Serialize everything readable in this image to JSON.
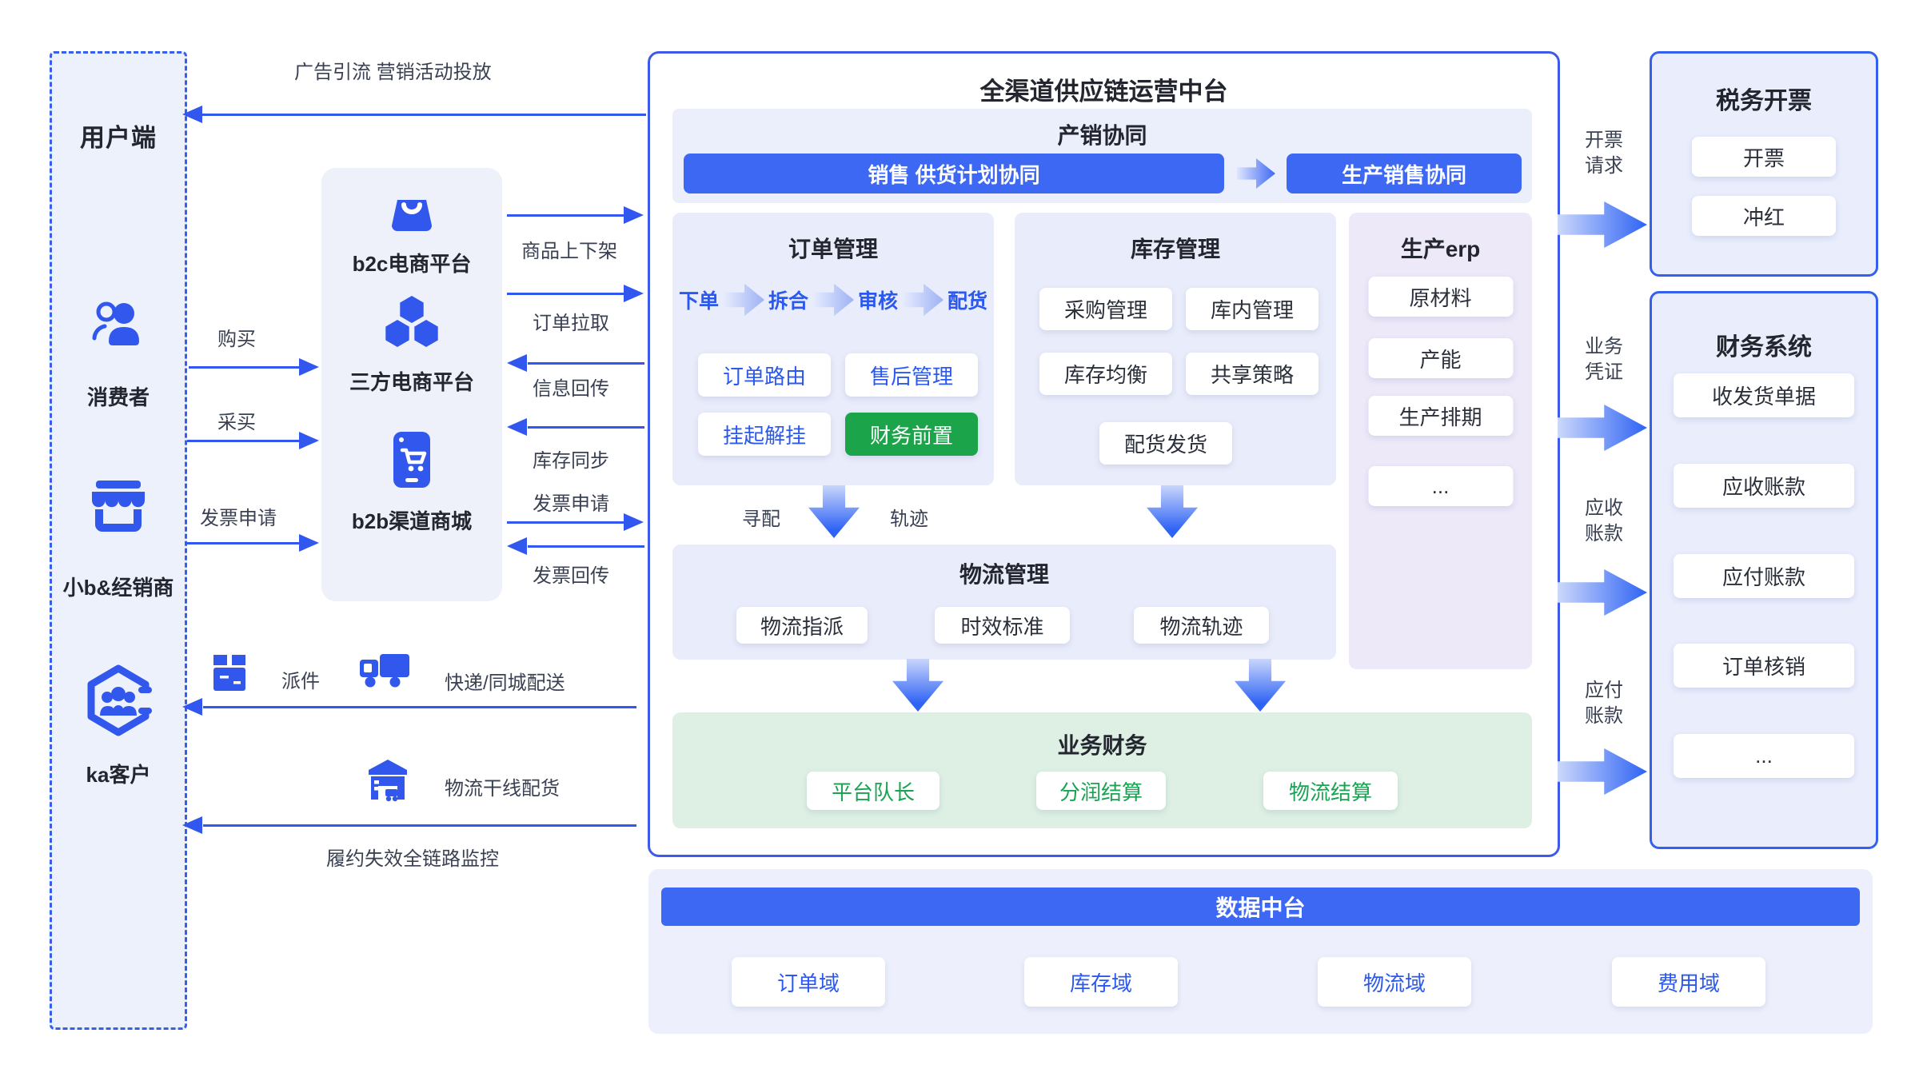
{
  "colors": {
    "accent": "#3157EE",
    "accent_fill": "#3D68F4",
    "green_text": "#1BA353",
    "green_fill": "#1CA44B",
    "panel_bg": "#EDF1FC",
    "section_bg": "#E9ECFA",
    "erp_bg": "#EDE9F9",
    "finance_bg": "#DDF0E3",
    "dark_text": "#23262E",
    "blue_text": "#2B59F0"
  },
  "user_panel": {
    "title": "用户端",
    "items": [
      {
        "icon": "consumers-icon",
        "label": "消费者"
      },
      {
        "icon": "storefront-icon",
        "label": "小b&经销商"
      },
      {
        "icon": "ka-customer-icon",
        "label": "ka客户"
      }
    ]
  },
  "shop_panel": {
    "items": [
      {
        "icon": "shopping-bag-icon",
        "label": "b2c电商平台"
      },
      {
        "icon": "hexagons-icon",
        "label": "三方电商平台"
      },
      {
        "icon": "mobile-mall-icon",
        "label": "b2b渠道商城"
      }
    ]
  },
  "flows": {
    "ad": "广告引流 营销活动投放",
    "buy": "购买",
    "procure": "采买",
    "invoice_request": "发票申请",
    "shop_platform": [
      "商品上下架",
      "订单拉取",
      "信息回传",
      "库存同步",
      "发票申请",
      "发票回传"
    ],
    "parcel": "派件",
    "courier": "快递/同城配送",
    "trunk": "物流干线配货",
    "monitor": "履约失效全链路监控",
    "match": "寻配",
    "track": "轨迹",
    "invoice_req_right": "开票请求",
    "voucher": "业务凭证",
    "receivable": "应收账款",
    "payable": "应付账款"
  },
  "platform": {
    "title": "全渠道供应链运营中台",
    "pss": {
      "title": "产销协同",
      "pill1": "销售 供货计划协同",
      "pill2": "生产销售协同"
    },
    "order": {
      "title": "订单管理",
      "steps": [
        "下单",
        "拆合",
        "审核",
        "配货"
      ],
      "chips": [
        "订单路由",
        "售后管理",
        "挂起解挂"
      ],
      "green_chip": "财务前置"
    },
    "inventory": {
      "title": "库存管理",
      "chips": [
        "采购管理",
        "库内管理",
        "库存均衡",
        "共享策略",
        "配货发货"
      ]
    },
    "erp": {
      "title": "生产erp",
      "chips": [
        "原材料",
        "产能",
        "生产排期",
        "..."
      ]
    },
    "logistics": {
      "title": "物流管理",
      "chips": [
        "物流指派",
        "时效标准",
        "物流轨迹"
      ]
    },
    "finance": {
      "title": "业务财务",
      "chips": [
        "平台队长",
        "分润结算",
        "物流结算"
      ]
    }
  },
  "tax": {
    "title": "税务开票",
    "chips": [
      "开票",
      "冲红"
    ]
  },
  "finance_system": {
    "title": "财务系统",
    "chips": [
      "收发货单据",
      "应收账款",
      "应付账款",
      "订单核销",
      "..."
    ]
  },
  "data_platform": {
    "title": "数据中台",
    "domains": [
      "订单域",
      "库存域",
      "物流域",
      "费用域"
    ]
  }
}
